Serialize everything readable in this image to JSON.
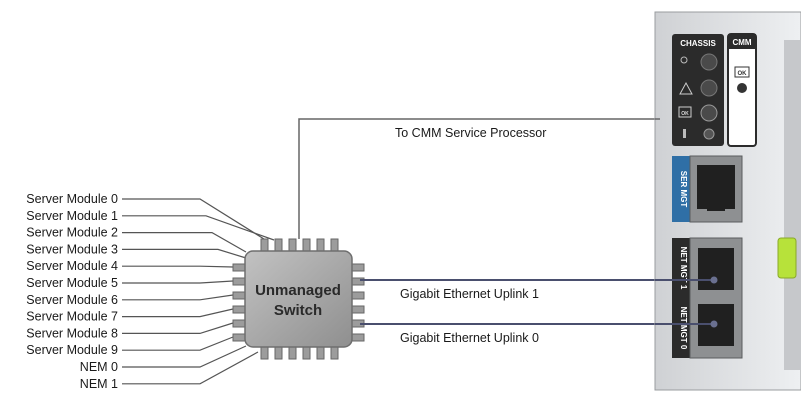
{
  "server_modules": [
    "Server Module 0",
    "Server Module 1",
    "Server Module 2",
    "Server Module 3",
    "Server Module 4",
    "Server Module 5",
    "Server Module 6",
    "Server Module 7",
    "Server Module 8",
    "Server Module 9"
  ],
  "nems": [
    "NEM 0",
    "NEM 1"
  ],
  "switch": {
    "line1": "Unmanaged",
    "line2": "Switch"
  },
  "connections": {
    "cmm_service_processor": "To CMM Service Processor",
    "uplink_1": "Gigabit Ethernet Uplink 1",
    "uplink_0": "Gigabit Ethernet Uplink 0"
  },
  "panel": {
    "chassis_label": "CHASSIS",
    "cmm_label": "CMM",
    "ok_label": "OK",
    "ser_mgt_label": "SER MGT",
    "net_mgt_1_label": "NET MGT 1",
    "net_mgt_0_label": "NET MGT 0"
  },
  "colors": {
    "switch_fill": "#a9a9a9",
    "line": "#555555",
    "uplink_line": "#4a4f6e",
    "panel_dark": "#2b2b2b",
    "panel_light": "#d9dadc",
    "ser_mgt_accent": "#2f6fa6",
    "latch": "#b7e23a"
  }
}
